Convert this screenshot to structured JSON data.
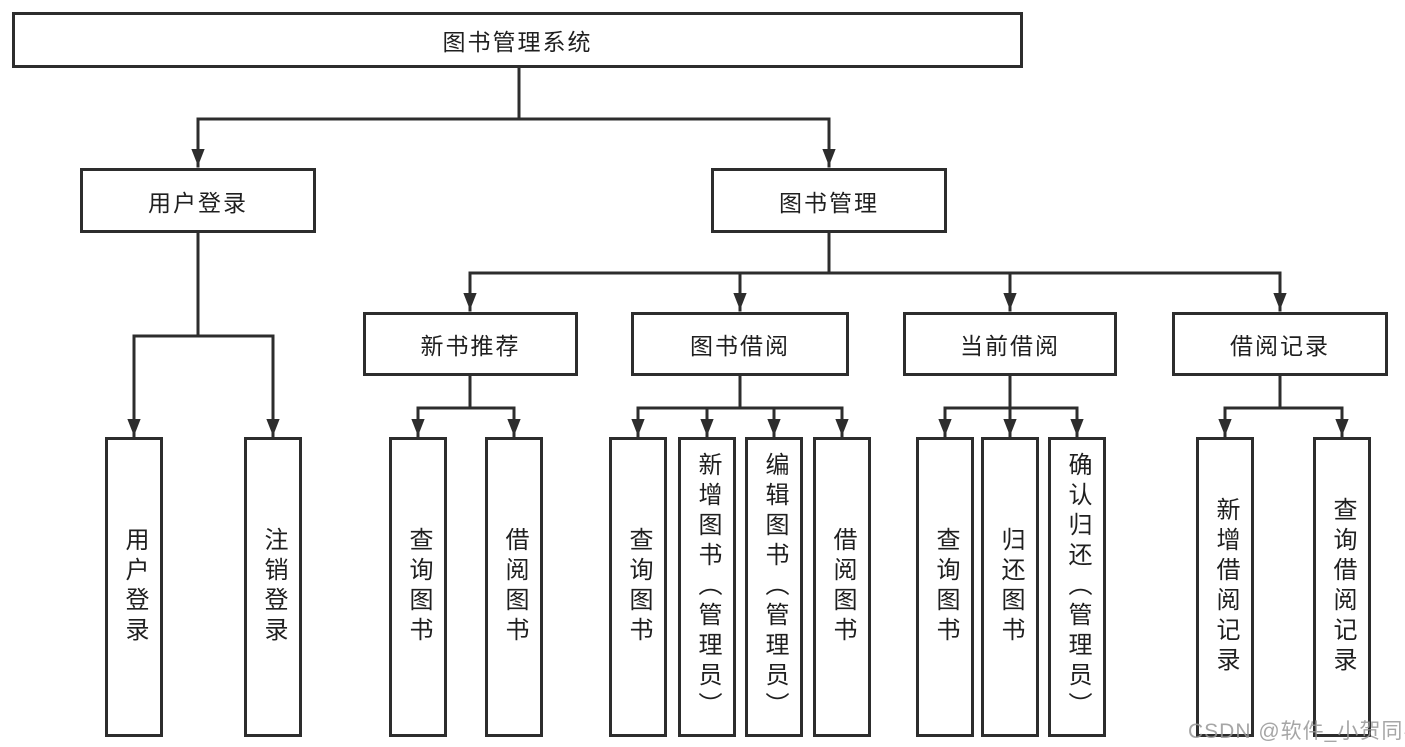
{
  "diagram_title": "图书管理系统",
  "tree": {
    "root": {
      "label": "图书管理系统"
    },
    "branches": [
      {
        "label": "用户登录",
        "children": [
          {
            "label": "用户登录"
          },
          {
            "label": "注销登录"
          }
        ]
      },
      {
        "label": "图书管理",
        "children": [
          {
            "label": "新书推荐",
            "children": [
              {
                "label": "查询图书"
              },
              {
                "label": "借阅图书"
              }
            ]
          },
          {
            "label": "图书借阅",
            "children": [
              {
                "label": "查询图书"
              },
              {
                "label": "新增图书（管理员）"
              },
              {
                "label": "编辑图书（管理员）"
              },
              {
                "label": "借阅图书"
              }
            ]
          },
          {
            "label": "当前借阅",
            "children": [
              {
                "label": "查询图书"
              },
              {
                "label": "归还图书"
              },
              {
                "label": "确认归还（管理员）"
              }
            ]
          },
          {
            "label": "借阅记录",
            "children": [
              {
                "label": "新增借阅记录"
              },
              {
                "label": "查询借阅记录"
              }
            ]
          }
        ]
      }
    ]
  },
  "watermark": "CSDN @软件_小贺同学",
  "colors": {
    "line": "#2d2d2d",
    "box_border": "#2d2d2d",
    "box_fill": "#ffffff",
    "text": "#1f1f1f",
    "background": "#ffffff",
    "watermark": "#969696"
  }
}
